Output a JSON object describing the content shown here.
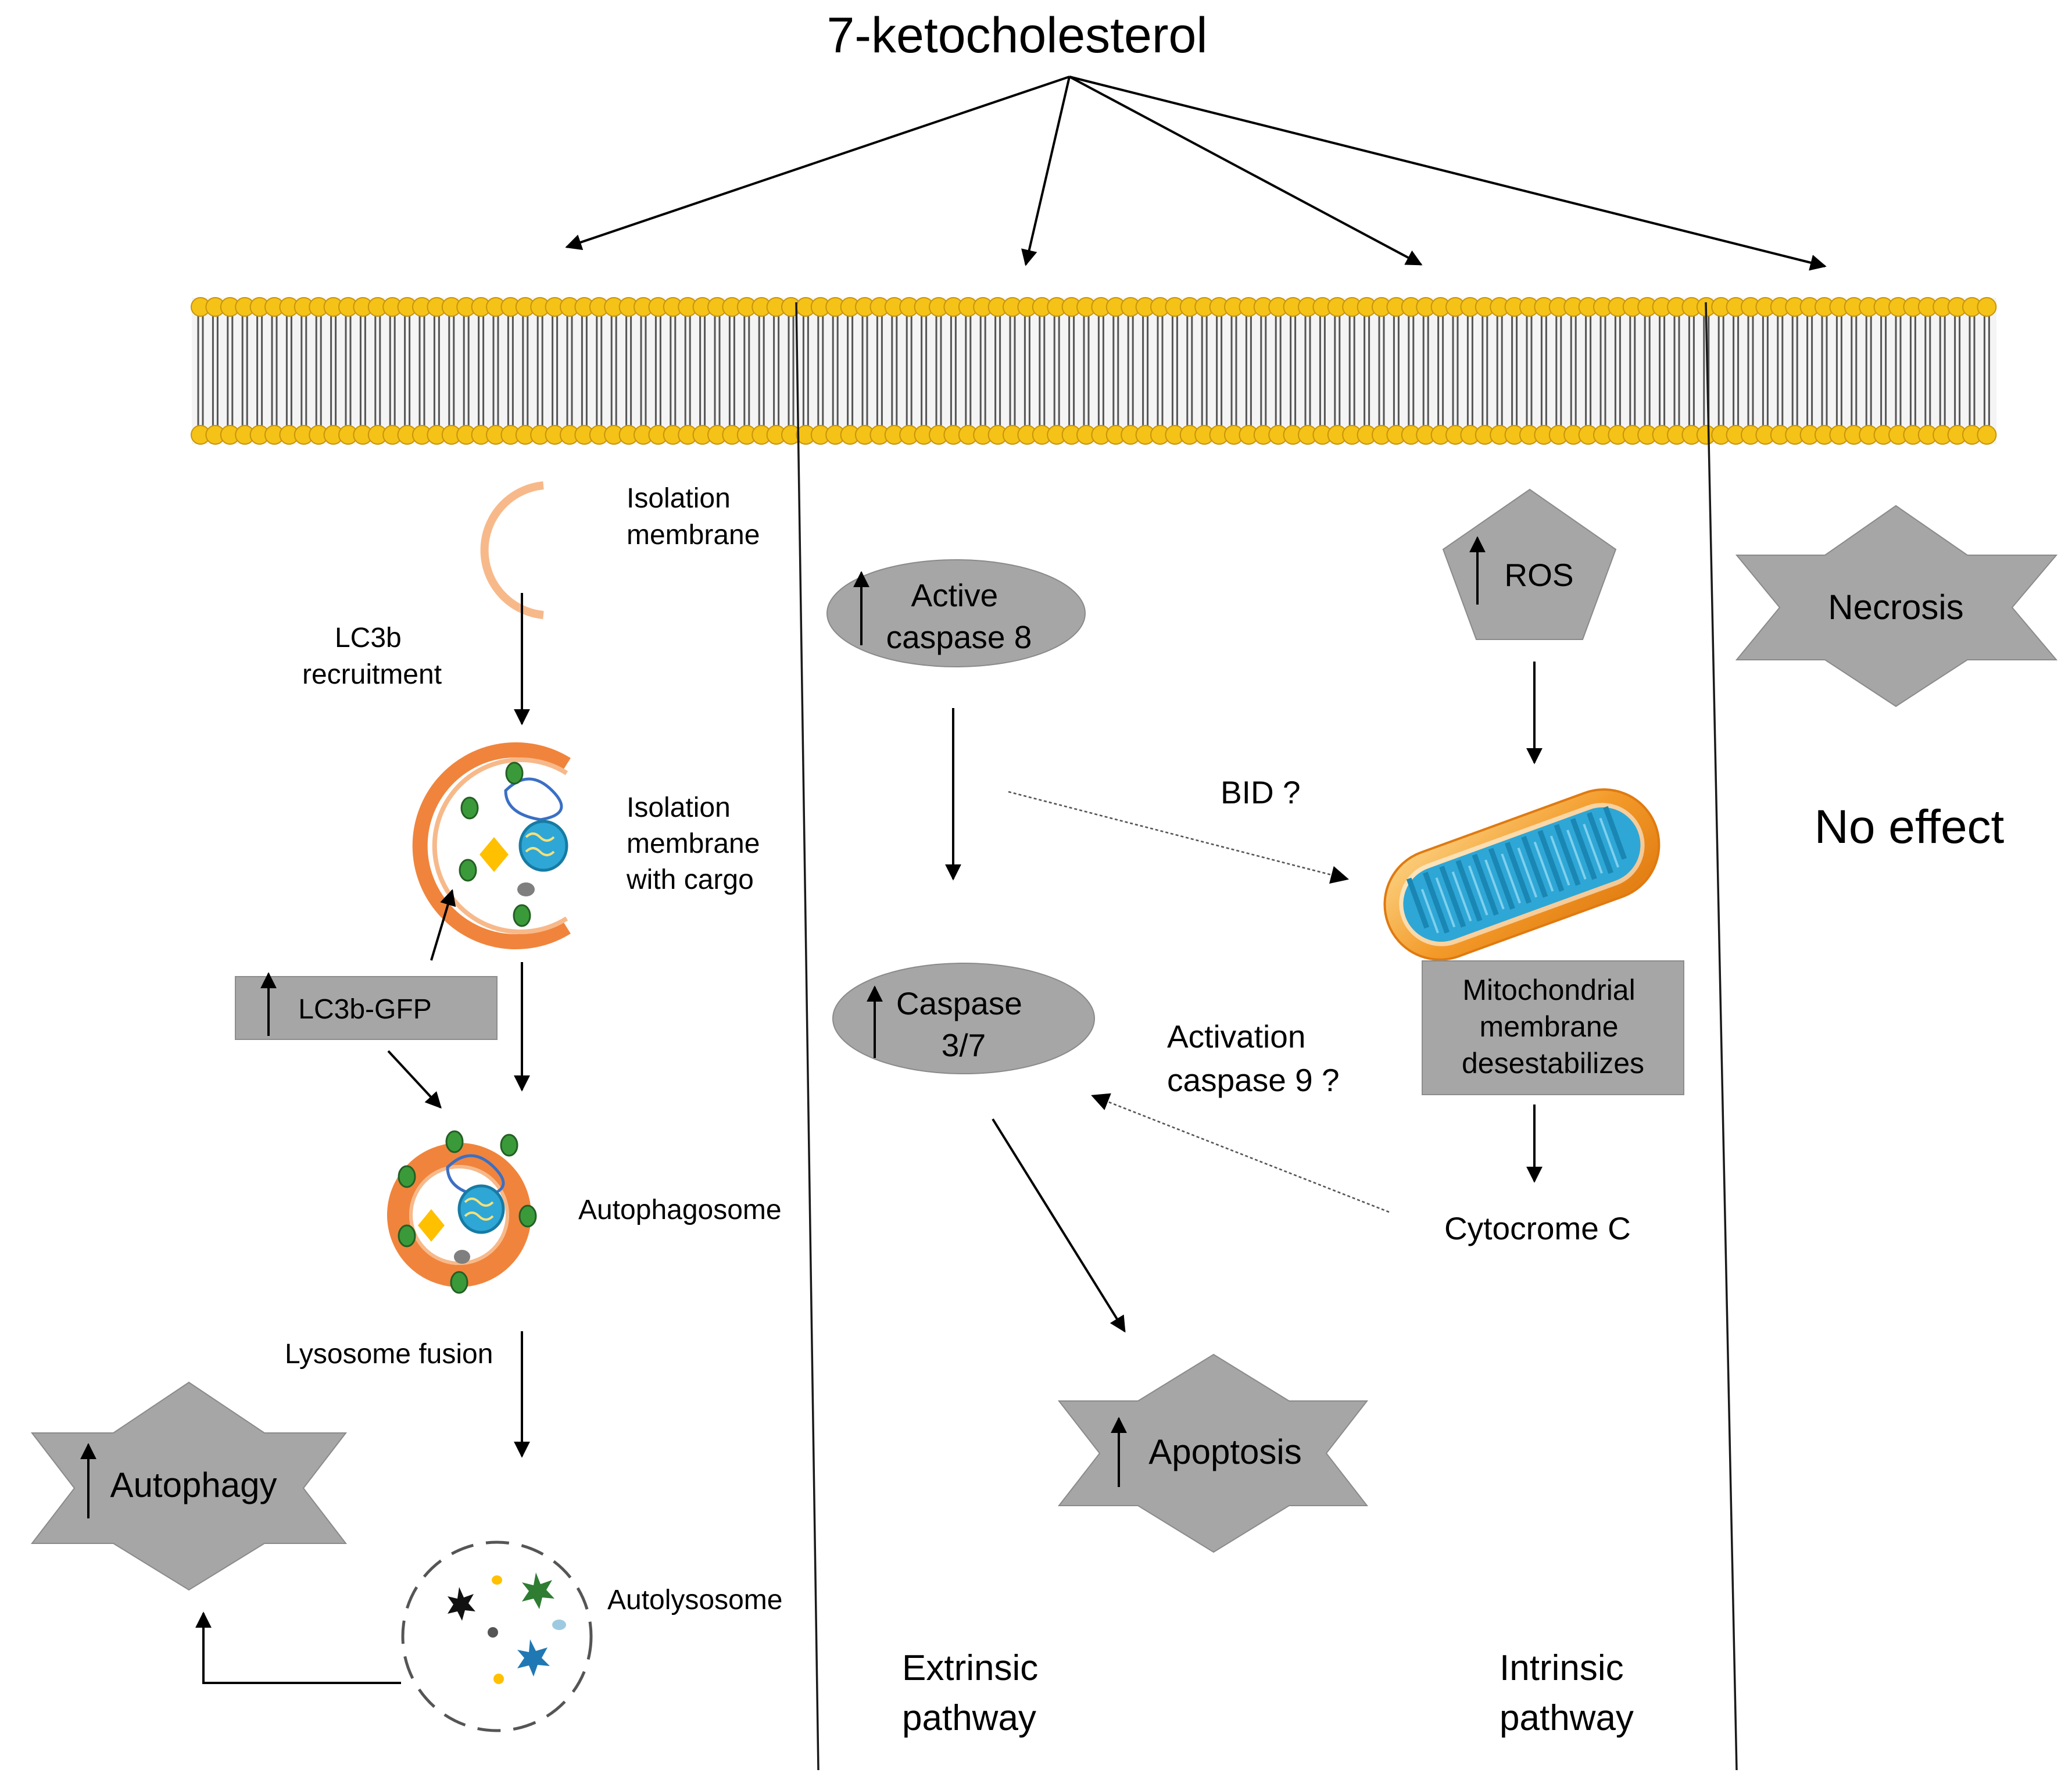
{
  "title": "7-ketocholesterol",
  "autophagy": {
    "isolation_membrane": [
      "Isolation",
      "membrane"
    ],
    "lc3b_recruitment": [
      "LC3b",
      "recruitment"
    ],
    "isolation_membrane_cargo": [
      "Isolation",
      "membrane",
      "with cargo"
    ],
    "lc3b_gfp": "LC3b-GFP",
    "autophagosome": "Autophagosome",
    "lysosome_fusion": "Lysosome fusion",
    "autolysosome": "Autolysosome",
    "outcome": "Autophagy"
  },
  "extrinsic": {
    "caspase8": [
      "Active",
      "caspase 8"
    ],
    "caspase37": [
      "Caspase",
      "3/7"
    ],
    "bid": "BID ?",
    "outcome": "Apoptosis",
    "pathway_label": [
      "Extrinsic",
      "pathway"
    ]
  },
  "intrinsic": {
    "ros": "ROS",
    "mito_box": [
      "Mitochondrial",
      "membrane",
      "desestabilizes"
    ],
    "activation": [
      "Activation",
      "caspase 9 ?"
    ],
    "cytochrome": "Cytocrome C",
    "pathway_label": [
      "Intrinsic",
      "pathway"
    ]
  },
  "necrosis": {
    "label": "Necrosis",
    "effect": "No effect"
  },
  "icons": {
    "up_arrow": "up-arrow-icon",
    "mitochondrion": "mitochondrion-icon",
    "membrane": "lipid-bilayer-icon"
  },
  "colors": {
    "lipid_head": "#f5c218",
    "lipid_head_stroke": "#c8940a",
    "shape_gray": "#a6a6a6",
    "vesicle_orange": "#f0843c",
    "vesicle_light": "#f7b98a",
    "lc3_green": "#3a9a3a",
    "mito_outer": "#f39b2a",
    "mito_inner": "#2ea7d6",
    "cargo_yellow": "#ffc000"
  }
}
